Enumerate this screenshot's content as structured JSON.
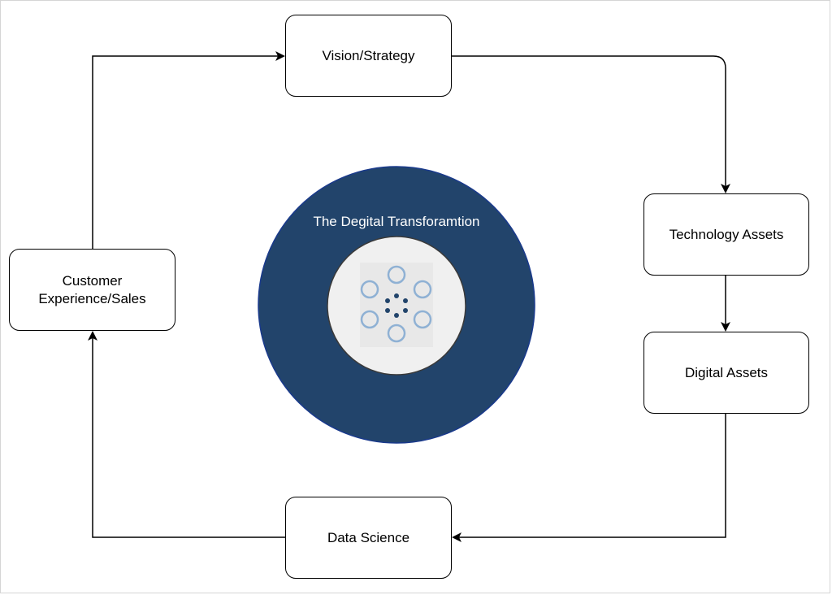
{
  "diagram": {
    "center_title": "The Degital Transforamtion",
    "center_icon": "network-hub-icon",
    "nodes": {
      "vision": "Vision/Strategy",
      "technology": "Technology Assets",
      "digital": "Digital Assets",
      "data_science": "Data Science",
      "customer": "Customer\nExperience/Sales"
    },
    "flow": [
      {
        "from": "Vision/Strategy",
        "to": "Technology Assets"
      },
      {
        "from": "Technology Assets",
        "to": "Digital Assets"
      },
      {
        "from": "Digital Assets",
        "to": "Data Science"
      },
      {
        "from": "Data Science",
        "to": "Customer\nExperience/Sales"
      },
      {
        "from": "Customer\nExperience/Sales",
        "to": "Vision/Strategy"
      }
    ]
  },
  "colors": {
    "hub_fill": "#22446b",
    "hub_inner": "#f0f0f0",
    "icon_ring": "#8fb1d4",
    "icon_dot": "#22446b",
    "line": "#000000"
  }
}
